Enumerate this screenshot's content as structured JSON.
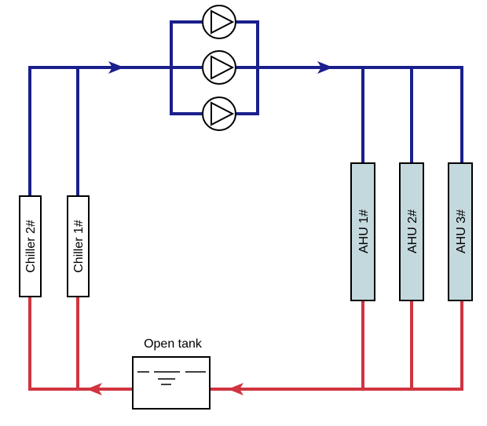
{
  "colors": {
    "supply": "#1a1f8c",
    "return": "#d0343f",
    "ahu_fill": "#c4d9de",
    "chiller_fill": "#ffffff",
    "outline": "#000000"
  },
  "chillers": [
    {
      "label": "Chiller 2#"
    },
    {
      "label": "Chiller 1#"
    }
  ],
  "ahus": [
    {
      "label": "AHU 1#"
    },
    {
      "label": "AHU 2#"
    },
    {
      "label": "AHU 3#"
    }
  ],
  "pumps": [
    {
      "icon": "pump-icon"
    },
    {
      "icon": "pump-icon"
    },
    {
      "icon": "pump-icon"
    }
  ],
  "tank": {
    "label": "Open tank",
    "icon": "water-level-icon"
  }
}
